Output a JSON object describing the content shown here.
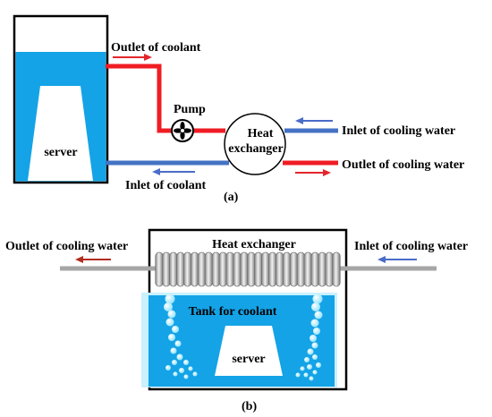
{
  "diagram_a": {
    "caption": "(a)",
    "outlet_coolant": "Outlet of coolant",
    "inlet_coolant": "Inlet of coolant",
    "pump": "Pump",
    "heat_exchanger_line1": "Heat",
    "heat_exchanger_line2": "exchanger",
    "inlet_cooling_water": "Inlet of cooling water",
    "outlet_cooling_water": "Outlet of cooling water",
    "server": "server"
  },
  "diagram_b": {
    "caption": "(b)",
    "outlet_cooling_water": "Outlet of cooling water",
    "inlet_cooling_water": "Inlet of cooling water",
    "heat_exchanger": "Heat exchanger",
    "tank": "Tank for coolant",
    "server": "server"
  },
  "colors": {
    "coolant_blue": "#14a3e6",
    "hot_pipe": "#ef1c24",
    "cold_pipe": "#4472c4",
    "arrow_red": "#e3262d",
    "arrow_blue": "#4a6cc8",
    "grey_pipe": "#a6a6a6",
    "dark_red_arrow": "#b22d1f"
  }
}
